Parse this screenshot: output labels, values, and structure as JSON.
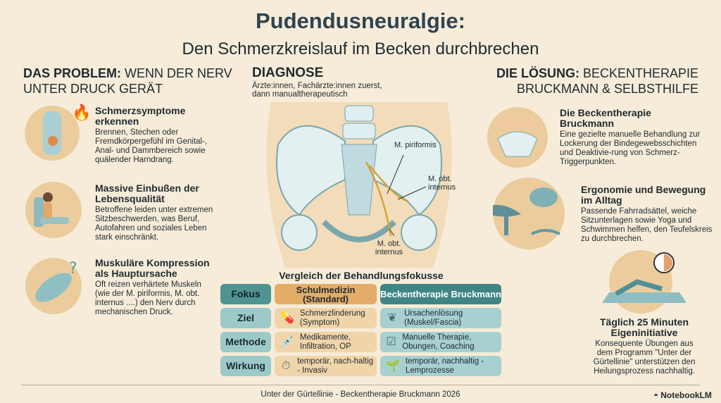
{
  "title": "Pudendusneuralgie:",
  "subtitle": "Den Schmerzkreislauf im Becken durchbrechen",
  "left": {
    "head_bold": "DAS PROBLEM:",
    "head_rest": " WENN DER NERV UNTER DRUCK GERÄT",
    "items": [
      {
        "title": "Schmerzsymptome erkennen",
        "text": "Brennen, Stechen oder Fremdkörpergefühl im Genital-, Anal- und Dammbereich sowie quälender Harndrang.",
        "icon": "pain-flame-icon"
      },
      {
        "title": "Massive Einbußen der Lebensqualität",
        "text": "Betroffene leiden unter extremen Sitzbeschwerden, was Beruf, Autofahren und soziales Leben stark einschränkt.",
        "icon": "car-seat-icon"
      },
      {
        "title": "Muskuläre Kompression als Hauptursache",
        "text": "Oft reizen verhärtete Muskeln (wie der M. piriformis, M. obt. internus ....) den Nerv durch mechanischen Druck.",
        "icon": "muscle-icon"
      }
    ]
  },
  "center": {
    "head": "DIAGNOSE",
    "sub": "Ärzte:innen, Fachärzte:innen zuerst, dann manualtherapeutisch",
    "labels": [
      "M. piriformis",
      "M. obt. internus",
      "M. obt. internus"
    ]
  },
  "table": {
    "title": "Vergleich der Behandlungsfokusse",
    "headers": [
      "Fokus",
      "Schulmedizin (Standard)",
      "Beckentherapie Bruckmann"
    ],
    "rows": [
      {
        "label": "Ziel",
        "a": "Schmerzlinderung (Symptom)",
        "a_icon": "pill-icon",
        "b": "Ursachenlösung (Muskel/Fascia)",
        "b_icon": "muscle-fiber-icon"
      },
      {
        "label": "Methode",
        "a": "Medikamente, Infiltration, OP",
        "a_icon": "syringe-icon",
        "b": "Manuelle Therapie, Obungen, Coaching",
        "b_icon": "checklist-icon"
      },
      {
        "label": "Wirkung",
        "a": "temporär, nach-haltig - Invasiv",
        "a_icon": "timer-icon",
        "b": "temporär, nachhaltig - Lemprozesse",
        "b_icon": "sprout-icon"
      }
    ]
  },
  "right": {
    "head_bold": "DIE LÖSUNG:",
    "head_rest": " BECKENTHERAPIE BRUCKMANN & SELBSTHILFE",
    "items": [
      {
        "title": "Die Beckentherapie Bruckmann",
        "text": "Eine gezielte manuelle Behandlung zur Lockerung der Bindegewebsschichten und Deaktivie-rung von Schmerz-Triggerpunkten.",
        "icon": "hands-pelvis-icon"
      },
      {
        "title": "Ergonomie und Bewegung im Alltag",
        "text": "Passende Fahrradsättel, weiche Sitzunterlagen sowie Yoga und Schwimmen helfen, den Teufelskreis zu durchbrechen.",
        "icon": "saddle-swim-icon"
      },
      {
        "title": "Täglich 25 Minuten Eigeninitiative",
        "text": "Konsequente Übungen aus dem Programm \"Unter der Gürtellinie\" unterstützen den Heilungsprozess nachhaltig.",
        "icon": "exercise-clock-icon"
      }
    ]
  },
  "footer": "Unter der Gürtellinie - Beckentherapie Bruckmann 2026",
  "brand": "NotebookLM",
  "colors": {
    "background": "#f6ecd9",
    "teal": "#4f9492",
    "orange": "#e3ac69",
    "title": "#2f4450"
  }
}
